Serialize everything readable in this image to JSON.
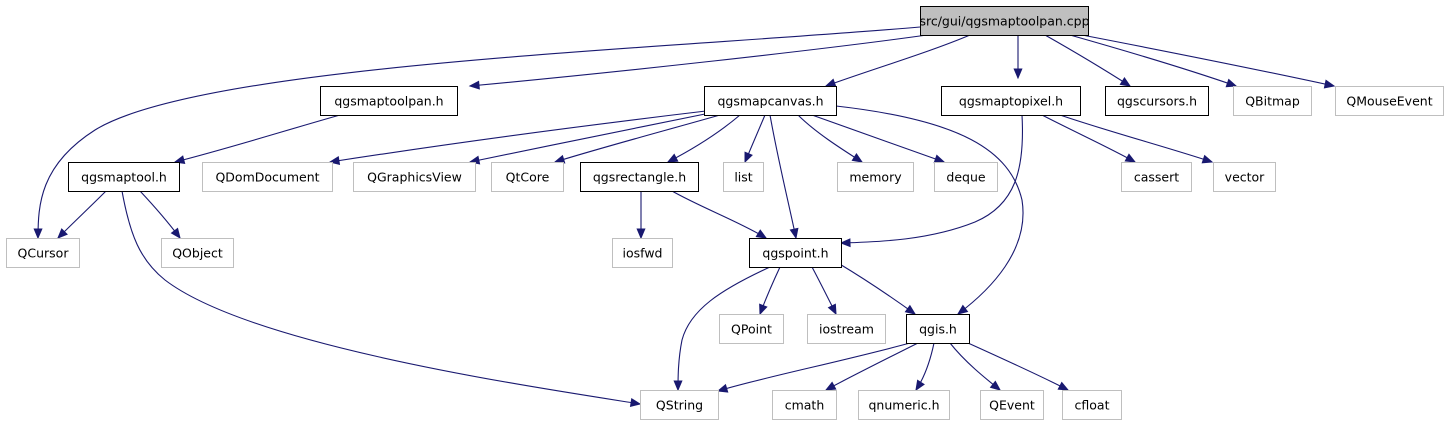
{
  "diagram": {
    "title": "",
    "nodes": [
      {
        "id": "root",
        "label": "src/gui/qgsmaptoolpan.cpp",
        "kind": "root"
      },
      {
        "id": "qgsmaptoolpan_h",
        "label": "qgsmaptoolpan.h",
        "kind": "documented"
      },
      {
        "id": "qgsmapcanvas_h",
        "label": "qgsmapcanvas.h",
        "kind": "documented"
      },
      {
        "id": "qgsmaptopixel_h",
        "label": "qgsmaptopixel.h",
        "kind": "documented"
      },
      {
        "id": "qgscursors_h",
        "label": "qgscursors.h",
        "kind": "documented"
      },
      {
        "id": "QBitmap",
        "label": "QBitmap",
        "kind": "external"
      },
      {
        "id": "QMouseEvent",
        "label": "QMouseEvent",
        "kind": "external"
      },
      {
        "id": "qgsmaptool_h",
        "label": "qgsmaptool.h",
        "kind": "documented"
      },
      {
        "id": "QDomDocument",
        "label": "QDomDocument",
        "kind": "external"
      },
      {
        "id": "QGraphicsView",
        "label": "QGraphicsView",
        "kind": "external"
      },
      {
        "id": "QtCore",
        "label": "QtCore",
        "kind": "external"
      },
      {
        "id": "qgsrectangle_h",
        "label": "qgsrectangle.h",
        "kind": "documented"
      },
      {
        "id": "list",
        "label": "list",
        "kind": "external"
      },
      {
        "id": "memory",
        "label": "memory",
        "kind": "external"
      },
      {
        "id": "deque",
        "label": "deque",
        "kind": "external"
      },
      {
        "id": "cassert",
        "label": "cassert",
        "kind": "external"
      },
      {
        "id": "vector",
        "label": "vector",
        "kind": "external"
      },
      {
        "id": "QCursor",
        "label": "QCursor",
        "kind": "external"
      },
      {
        "id": "QObject",
        "label": "QObject",
        "kind": "external"
      },
      {
        "id": "iosfwd",
        "label": "iosfwd",
        "kind": "external"
      },
      {
        "id": "qgspoint_h",
        "label": "qgspoint.h",
        "kind": "documented"
      },
      {
        "id": "QPoint",
        "label": "QPoint",
        "kind": "external"
      },
      {
        "id": "iostream",
        "label": "iostream",
        "kind": "external"
      },
      {
        "id": "qgis_h",
        "label": "qgis.h",
        "kind": "documented"
      },
      {
        "id": "QString",
        "label": "QString",
        "kind": "external"
      },
      {
        "id": "cmath",
        "label": "cmath",
        "kind": "external"
      },
      {
        "id": "qnumeric_h",
        "label": "qnumeric.h",
        "kind": "external"
      },
      {
        "id": "QEvent",
        "label": "QEvent",
        "kind": "external"
      },
      {
        "id": "cfloat",
        "label": "cfloat",
        "kind": "external"
      }
    ],
    "edges": [
      {
        "from": "root",
        "to": "qgsmaptoolpan_h"
      },
      {
        "from": "root",
        "to": "qgsmapcanvas_h"
      },
      {
        "from": "root",
        "to": "qgsmaptopixel_h"
      },
      {
        "from": "root",
        "to": "qgscursors_h"
      },
      {
        "from": "root",
        "to": "QBitmap"
      },
      {
        "from": "root",
        "to": "QMouseEvent"
      },
      {
        "from": "root",
        "to": "QCursor"
      },
      {
        "from": "qgsmaptoolpan_h",
        "to": "qgsmaptool_h"
      },
      {
        "from": "qgsmaptool_h",
        "to": "QCursor"
      },
      {
        "from": "qgsmaptool_h",
        "to": "QObject"
      },
      {
        "from": "qgsmaptool_h",
        "to": "QString"
      },
      {
        "from": "qgsmapcanvas_h",
        "to": "QDomDocument"
      },
      {
        "from": "qgsmapcanvas_h",
        "to": "QGraphicsView"
      },
      {
        "from": "qgsmapcanvas_h",
        "to": "QtCore"
      },
      {
        "from": "qgsmapcanvas_h",
        "to": "qgsrectangle_h"
      },
      {
        "from": "qgsmapcanvas_h",
        "to": "list"
      },
      {
        "from": "qgsmapcanvas_h",
        "to": "memory"
      },
      {
        "from": "qgsmapcanvas_h",
        "to": "deque"
      },
      {
        "from": "qgsmapcanvas_h",
        "to": "qgspoint_h"
      },
      {
        "from": "qgsmapcanvas_h",
        "to": "qgis_h"
      },
      {
        "from": "qgsrectangle_h",
        "to": "iosfwd"
      },
      {
        "from": "qgsrectangle_h",
        "to": "qgspoint_h"
      },
      {
        "from": "qgsmaptopixel_h",
        "to": "qgspoint_h"
      },
      {
        "from": "qgsmaptopixel_h",
        "to": "cassert"
      },
      {
        "from": "qgsmaptopixel_h",
        "to": "vector"
      },
      {
        "from": "qgspoint_h",
        "to": "QString"
      },
      {
        "from": "qgspoint_h",
        "to": "QPoint"
      },
      {
        "from": "qgspoint_h",
        "to": "iostream"
      },
      {
        "from": "qgspoint_h",
        "to": "qgis_h"
      },
      {
        "from": "qgis_h",
        "to": "QString"
      },
      {
        "from": "qgis_h",
        "to": "cmath"
      },
      {
        "from": "qgis_h",
        "to": "qnumeric_h"
      },
      {
        "from": "qgis_h",
        "to": "QEvent"
      },
      {
        "from": "qgis_h",
        "to": "cfloat"
      }
    ],
    "colors": {
      "edge": "#191970",
      "root_fill": "#bfbfbf",
      "documented_border": "#000000",
      "external_border": "#bfbfbf",
      "text": "#000000"
    }
  }
}
